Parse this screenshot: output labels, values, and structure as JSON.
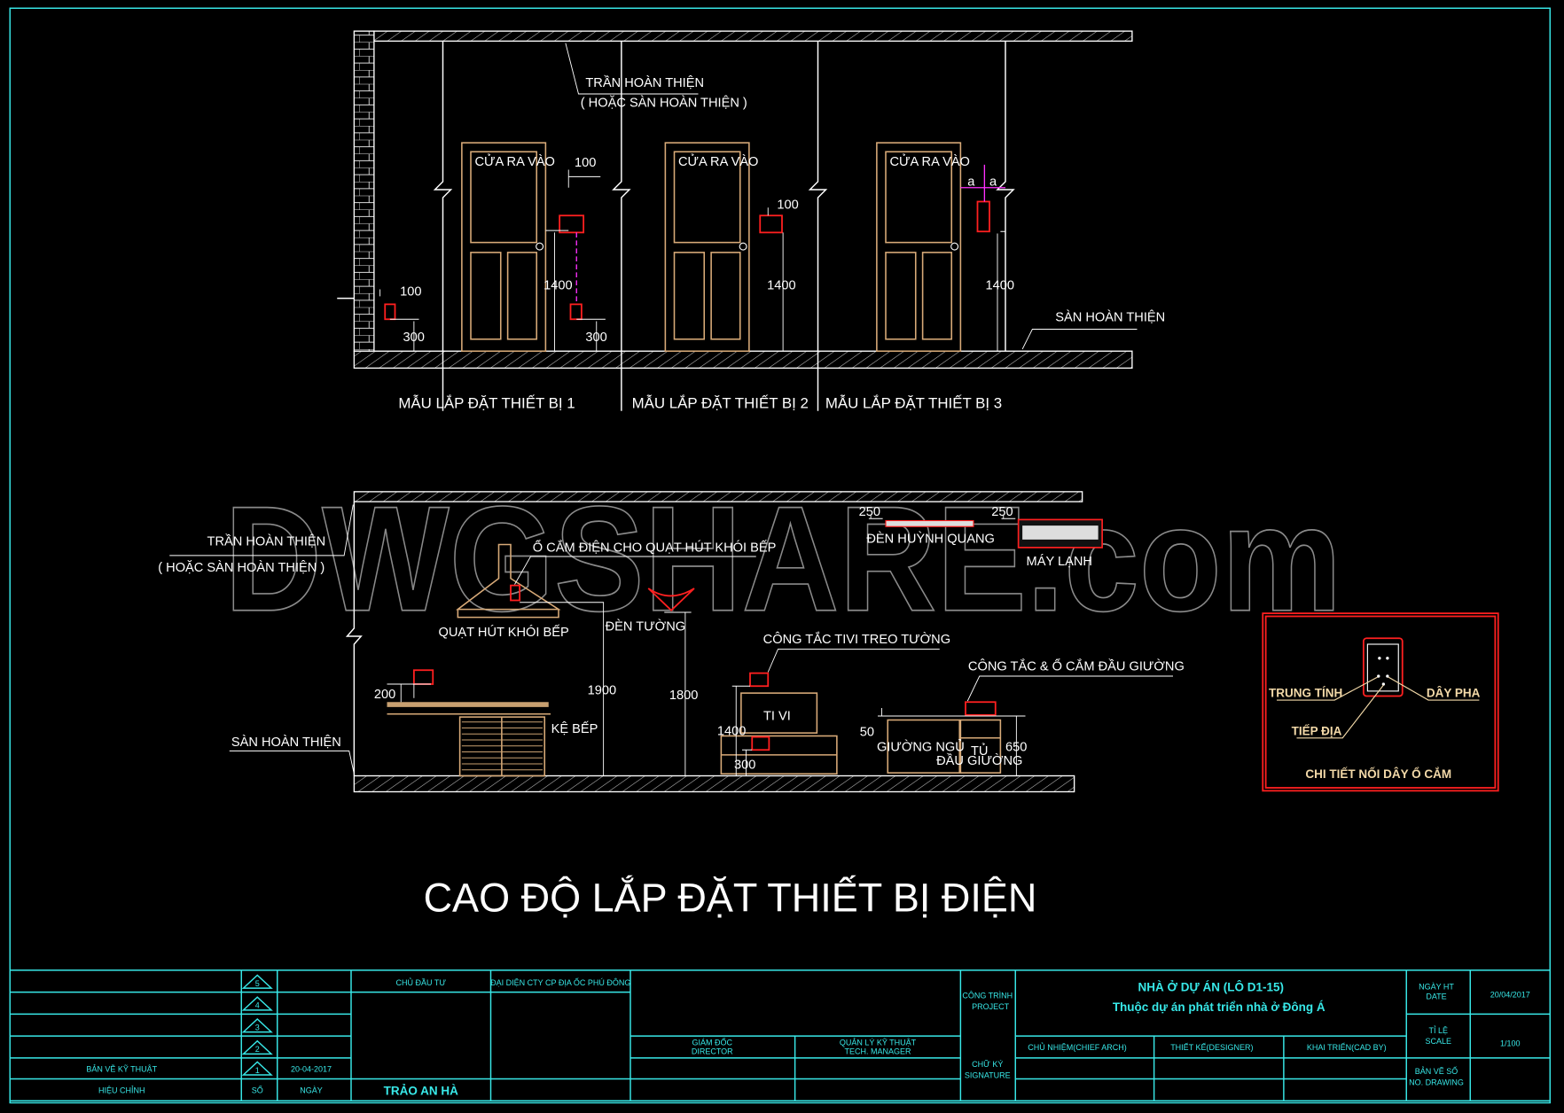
{
  "watermark": "DWGSHARE.com",
  "title": "CAO ĐỘ LẮP ĐẶT THIẾT BỊ ĐIỆN",
  "colors": {
    "line": "#ffffff",
    "door": "#d8aa78",
    "frame": "#38e8e8",
    "device": "#ff2020",
    "guide": "#ff30ff"
  },
  "top": {
    "ceiling_label": "TRẦN HOÀN THIỆN",
    "ceiling_label2": "( HOẶC SÀN HOÀN THIỆN )",
    "floor_label": "SÀN HOÀN THIỆN",
    "door_label": "CỬA RA VÀO",
    "samples": [
      "MẪU LẮP ĐẶT THIẾT BỊ 1",
      "MẪU LẮP ĐẶT THIẾT BỊ 2",
      "MẪU LẮP ĐẶT THIẾT BỊ 3"
    ],
    "dims": {
      "d100a": "100",
      "d300a": "300",
      "d1400a": "1400",
      "d100b": "100",
      "d300b": "300",
      "d100c": "100",
      "d1400b": "1400",
      "a1": "a",
      "a2": "a",
      "d1400c": "1400"
    }
  },
  "bottom": {
    "ceiling_label": "TRẦN HOÀN THIỆN",
    "ceiling_label2": "( HOẶC SÀN HOÀN THIỆN )",
    "floor_label": "SÀN HOÀN THIỆN",
    "hood_outlet": "Ổ CẮM ĐIỆN CHO QUẠT HÚT KHÓI BẾP",
    "hood": "QUẠT HÚT KHÓI BẾP",
    "wall_lamp": "ĐÈN TƯỜNG",
    "fluorescent": "ĐÈN HUỲNH QUANG",
    "aircon": "MÁY LẠNH",
    "tv_switch": "CÔNG TẮC TIVI TREO TƯỜNG",
    "bed_switch": "CÔNG TẮC & Ổ CẮM ĐẦU GIƯỜNG",
    "tv": "TI VI",
    "kitchen_shelf": "KỆ BẾP",
    "bed": "GIƯỜNG NGỦ",
    "nightstand1": "TỦ",
    "nightstand2": "ĐẦU GIƯỜNG",
    "dims": {
      "d250a": "250",
      "d250b": "250",
      "d200": "200",
      "d1900": "1900",
      "d1800": "1800",
      "d1400": "1400",
      "d300": "300",
      "d50": "50",
      "d650": "650"
    }
  },
  "detail": {
    "neutral": "TRUNG TÍNH",
    "phase": "DÂY PHA",
    "ground": "TIẾP ĐỊA",
    "caption": "CHI TIẾT NỐI DÂY Ổ CẮM"
  },
  "titleblock": {
    "revisions": [
      "5",
      "4",
      "3",
      "2",
      "1"
    ],
    "rev1_label": "BẢN VẼ KỸ THUẬT",
    "rev1_date": "20-04-2017",
    "col_revision": "HIỆU CHỈNH",
    "col_no": "SỐ",
    "col_date": "NGÀY",
    "owner": "CHỦ ĐẦU TƯ",
    "owner_rep": "ĐẠI DIỆN CTY CP ĐỊA ỐC PHÚ ĐÔNG",
    "owner_name": "TRẢO AN HÀ",
    "director": "GIÁM ĐỐC",
    "director_en": "DIRECTOR",
    "tech_manager": "QUẢN LÝ KỸ THUẬT",
    "tech_manager_en": "TECH. MANAGER",
    "project_label": "CÔNG TRÌNH",
    "project_label_en": "PROJECT",
    "project_name": "NHÀ Ở DỰ ÁN (LÔ D1-15)",
    "project_sub": "Thuộc dự án phát triển nhà ở Đông Á",
    "signature_label": "CHỮ KÝ",
    "signature_label_en": "SIGNATURE",
    "chief_arch": "CHỦ NHIỆM(CHIEF ARCH)",
    "designer": "THIẾT KẾ(DESIGNER)",
    "cad_by": "KHAI TRIỂN(CAD BY)",
    "date_label": "NGÀY HT",
    "date_label_en": "DATE",
    "date_value": "20/04/2017",
    "scale_label": "TỈ LỆ",
    "scale_label_en": "SCALE",
    "scale_value": "1/100",
    "drawing_no_label": "BẢN VẼ SỐ",
    "drawing_no_label_en": "NO. DRAWING"
  }
}
